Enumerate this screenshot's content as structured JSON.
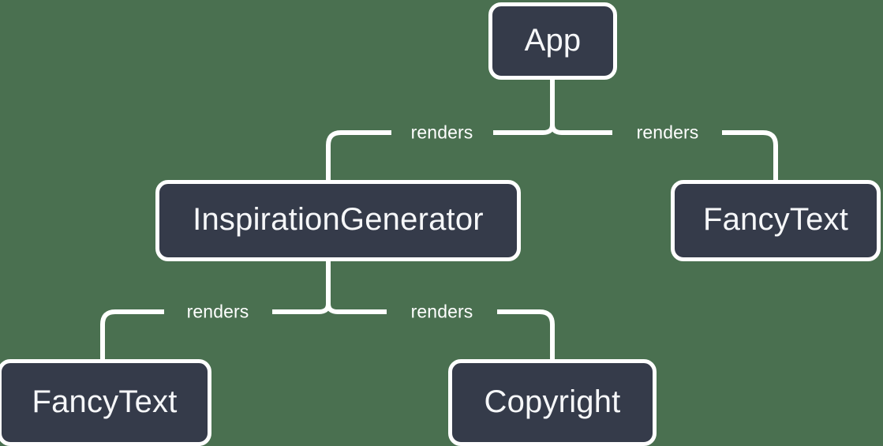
{
  "diagram": {
    "kind": "component-render-tree",
    "background_color": "#4a7050",
    "node_fill_color": "#353b4a",
    "node_border_color": "#ffffff",
    "node_text_color": "#f6f7f9",
    "edge_color": "#ffffff",
    "nodes": [
      {
        "id": "app",
        "label": "App"
      },
      {
        "id": "inspiration-generator",
        "label": "InspirationGenerator"
      },
      {
        "id": "fancy-text-right",
        "label": "FancyText"
      },
      {
        "id": "fancy-text-bottom",
        "label": "FancyText"
      },
      {
        "id": "copyright",
        "label": "Copyright"
      }
    ],
    "edges": [
      {
        "from": "app",
        "to": "inspiration-generator",
        "label": "renders"
      },
      {
        "from": "app",
        "to": "fancy-text-right",
        "label": "renders"
      },
      {
        "from": "inspiration-generator",
        "to": "fancy-text-bottom",
        "label": "renders"
      },
      {
        "from": "inspiration-generator",
        "to": "copyright",
        "label": "renders"
      }
    ]
  }
}
